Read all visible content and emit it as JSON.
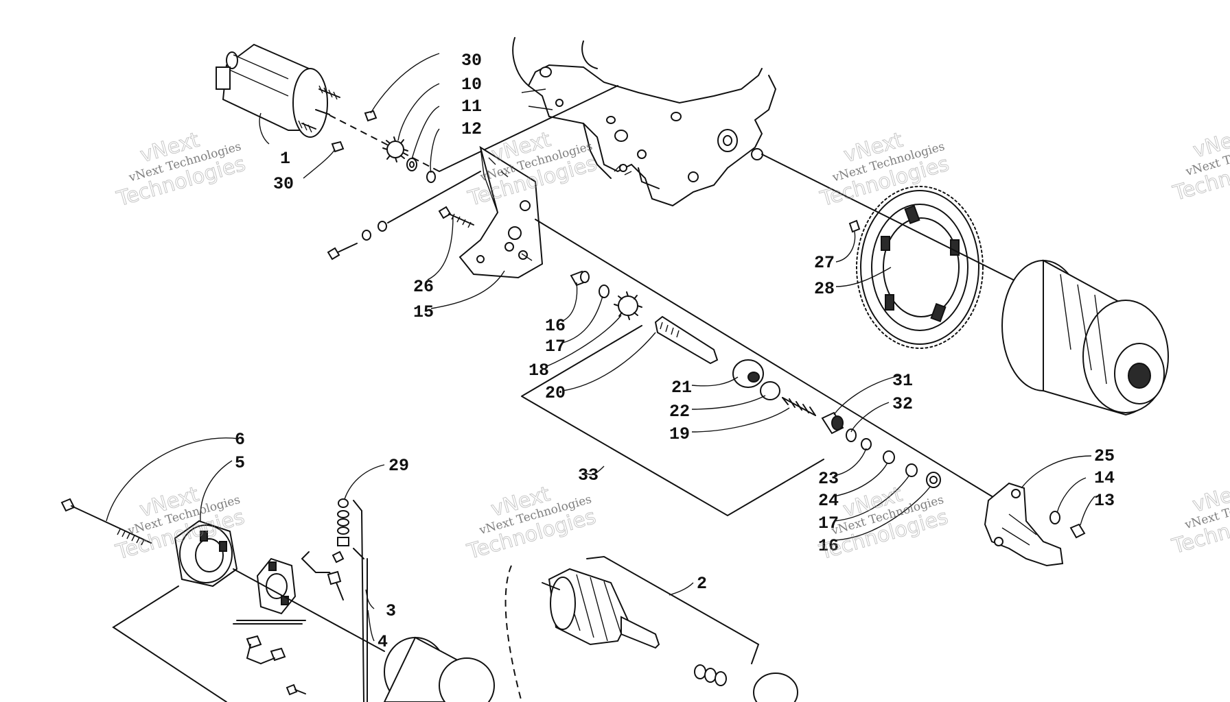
{
  "watermark": {
    "line1": "vNext",
    "line2": "vNext Technologies",
    "line3": "Technologies"
  },
  "callouts": {
    "c1": "1",
    "c2": "2",
    "c3": "3",
    "c4": "4",
    "c5": "5",
    "c6": "6",
    "c10": "10",
    "c11": "11",
    "c12": "12",
    "c13": "13",
    "c14": "14",
    "c15": "15",
    "c16a": "16",
    "c16b": "16",
    "c17a": "17",
    "c17b": "17",
    "c18": "18",
    "c19": "19",
    "c20": "20",
    "c21": "21",
    "c22": "22",
    "c23": "23",
    "c24": "24",
    "c25": "25",
    "c26": "26",
    "c27": "27",
    "c28": "28",
    "c29": "29",
    "c30a": "30",
    "c30b": "30",
    "c31": "31",
    "c32": "32",
    "c33": "33"
  }
}
